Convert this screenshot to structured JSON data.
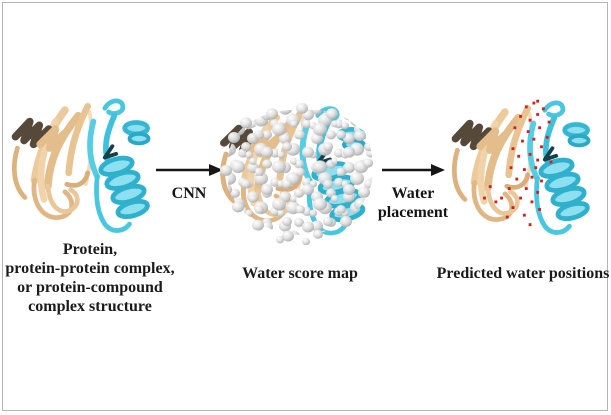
{
  "figure": {
    "background": "#ffffff",
    "border_color": "#b5b5b5",
    "stages": [
      {
        "id": "input-structure",
        "caption_lines": [
          "Protein,",
          "protein-protein complex,",
          "or protein-compound",
          "complex structure"
        ],
        "illustration": "protein-ribbon-cartoon"
      },
      {
        "id": "water-score-map",
        "caption_lines": [
          "Water score map"
        ],
        "illustration": "protein-ribbon-covered-with-gray-water-score-spheres"
      },
      {
        "id": "predicted-water-positions",
        "caption_lines": [
          "Predicted water positions"
        ],
        "illustration": "protein-ribbon-with-red-predicted-water-dots"
      }
    ],
    "arrows": [
      {
        "label_lines": [
          "CNN"
        ]
      },
      {
        "label_lines": [
          "Water",
          "placement"
        ]
      }
    ],
    "colors": {
      "protein_chain_a_tan": "#e8c493",
      "protein_chain_a_shadow": "#57493a",
      "protein_chain_b_cyan": "#49c6e0",
      "protein_chain_b_dark": "#2aa8c6",
      "water_sphere_gray": "#d9d9d9",
      "predicted_water_red": "#d21f1f",
      "arrow_black": "#161616",
      "text_color": "#1b1b1b"
    }
  }
}
